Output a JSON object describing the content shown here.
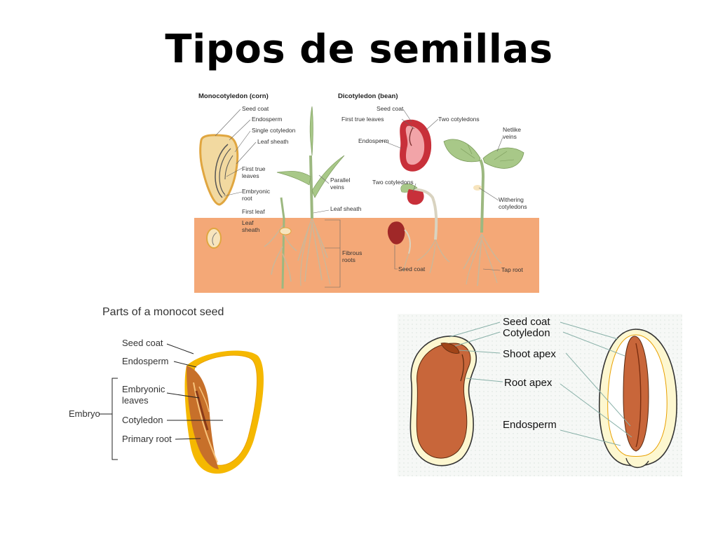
{
  "title": "Tipos de semillas",
  "top_diagram": {
    "monocot_header": "Monocotyledon (corn)",
    "dicot_header": "Dicotyledon (bean)",
    "mono_labels": {
      "seed_coat": "Seed coat",
      "endosperm": "Endosperm",
      "single_cotyledon": "Single cotyledon",
      "leaf_sheath": "Leaf sheath",
      "first_true_l1": "First true",
      "first_true_l2": "leaves",
      "embryonic_l1": "Embryonic",
      "embryonic_l2": "root",
      "first_leaf": "First leaf",
      "leaf_sheath2_l1": "Leaf",
      "leaf_sheath2_l2": "sheath",
      "parallel_l1": "Parallel",
      "parallel_l2": "veins",
      "leaf_sheath3": "Leaf sheath",
      "fibrous_l1": "Fibrous",
      "fibrous_l2": "roots"
    },
    "dicot_labels": {
      "seed_coat": "Seed coat",
      "first_true_leaves": "First true leaves",
      "two_cotyledons": "Two cotyledons",
      "endosperm": "Endosperm",
      "two_cotyledons2": "Two cotyledons",
      "netlike_l1": "Netlike",
      "netlike_l2": "veins",
      "withering_l1": "Withering",
      "withering_l2": "cotyledons",
      "seed_coat2": "Seed coat",
      "tap_root": "Tap root"
    }
  },
  "monocot_seed": {
    "title": "Parts of a monocot seed",
    "seed_coat": "Seed coat",
    "endosperm": "Endosperm",
    "embryonic_l1": "Embryonic",
    "embryonic_l2": "leaves",
    "cotyledon": "Cotyledon",
    "primary_root": "Primary root",
    "embryo": "Embryo"
  },
  "bean_seed": {
    "seed_coat": "Seed coat",
    "cotyledon": "Cotyledon",
    "shoot_apex": "Shoot apex",
    "root_apex": "Root apex",
    "endosperm": "Endosperm"
  },
  "colors": {
    "soil": "#f4a877",
    "corn": "#f2d9a0",
    "corn_coat": "#e0a640",
    "bean_red": "#c8303a",
    "bean_pink": "#f2a4a8",
    "leaf_green": "#a8c888",
    "stem_green": "#9cb880",
    "seed_orange": "#c8663a",
    "seed_yellow": "#f5b800"
  }
}
